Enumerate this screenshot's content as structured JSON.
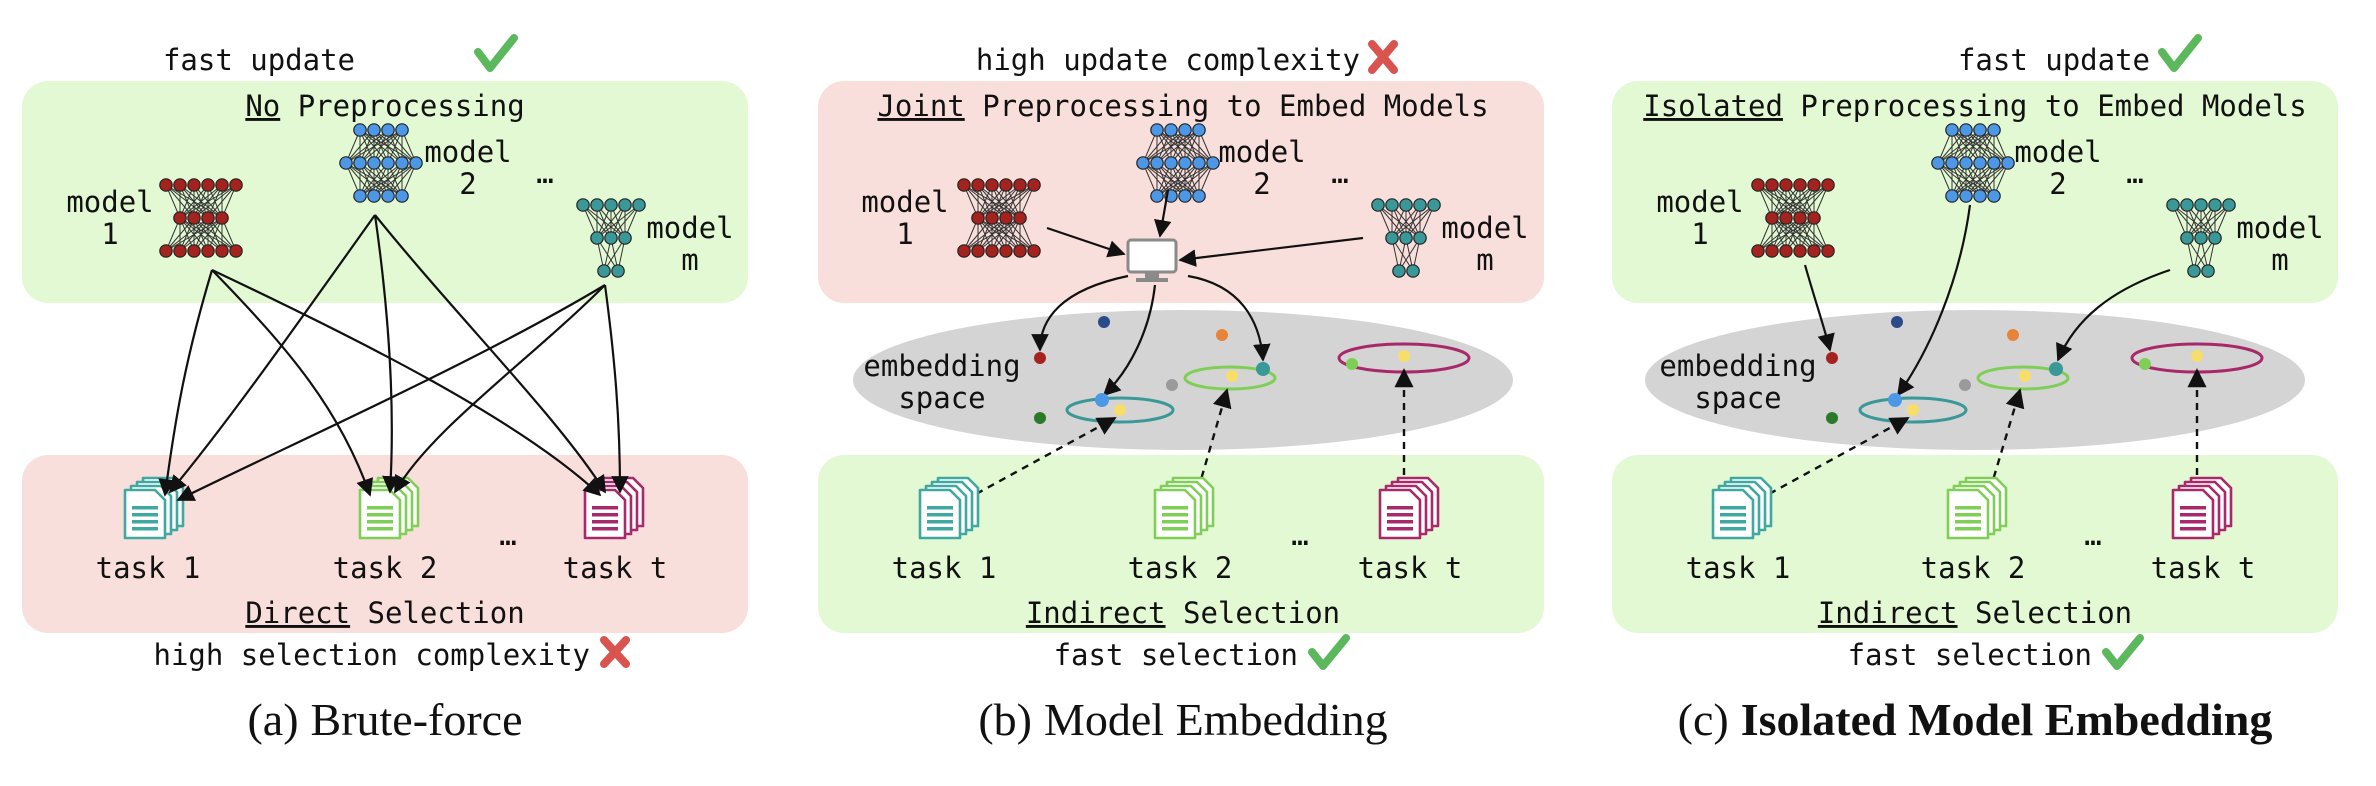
{
  "colors": {
    "green_box": "#e3f9d4",
    "red_box": "#f9dfdb",
    "space": "#d4d4d4",
    "check": "#5cb85c",
    "cross": "#d9534f",
    "model1": "#a4231f",
    "model2": "#4c98e6",
    "modelm": "#3a9898",
    "task1": "#3fa8a0",
    "task2": "#7fcf56",
    "taskt": "#a8286a"
  },
  "panels": [
    {
      "top_note": "fast update",
      "top_mark": "check-icon",
      "header_ul": "No",
      "header_rest": " Preprocessing",
      "model1": [
        "model",
        "1"
      ],
      "model2": [
        "model",
        "2"
      ],
      "modelm": [
        "model",
        "m"
      ],
      "ellipsis": "…",
      "embedding": [],
      "tasks": [
        "task 1",
        "task 2",
        "task t"
      ],
      "task_ellipsis": "…",
      "footer_ul": "Direct",
      "footer_rest": " Selection",
      "bottom_note": "high selection complexity",
      "bottom_mark": "cross-icon",
      "caption_label": "(a)",
      "caption_text": "Brute-force"
    },
    {
      "top_note": "high update complexity",
      "top_mark": "cross-icon",
      "header_ul": "Joint",
      "header_rest": " Preprocessing to Embed Models",
      "model1": [
        "model",
        "1"
      ],
      "model2": [
        "model",
        "2"
      ],
      "modelm": [
        "model",
        "m"
      ],
      "ellipsis": "…",
      "embedding": [
        "embedding",
        "space"
      ],
      "tasks": [
        "task 1",
        "task 2",
        "task t"
      ],
      "task_ellipsis": "…",
      "footer_ul": "Indirect",
      "footer_rest": " Selection",
      "bottom_note": "fast selection",
      "bottom_mark": "check-icon",
      "caption_label": "(b)",
      "caption_text": "Model Embedding"
    },
    {
      "top_note": "fast update",
      "top_mark": "check-icon",
      "header_ul": "Isolated",
      "header_rest": " Preprocessing to Embed Models",
      "model1": [
        "model",
        "1"
      ],
      "model2": [
        "model",
        "2"
      ],
      "modelm": [
        "model",
        "m"
      ],
      "ellipsis": "…",
      "embedding": [
        "embedding",
        "space"
      ],
      "tasks": [
        "task 1",
        "task 2",
        "task t"
      ],
      "task_ellipsis": "…",
      "footer_ul": "Indirect",
      "footer_rest": " Selection",
      "bottom_note": "fast selection",
      "bottom_mark": "check-icon",
      "caption_label": "(c)",
      "caption_text": "Isolated Model Embedding"
    }
  ]
}
